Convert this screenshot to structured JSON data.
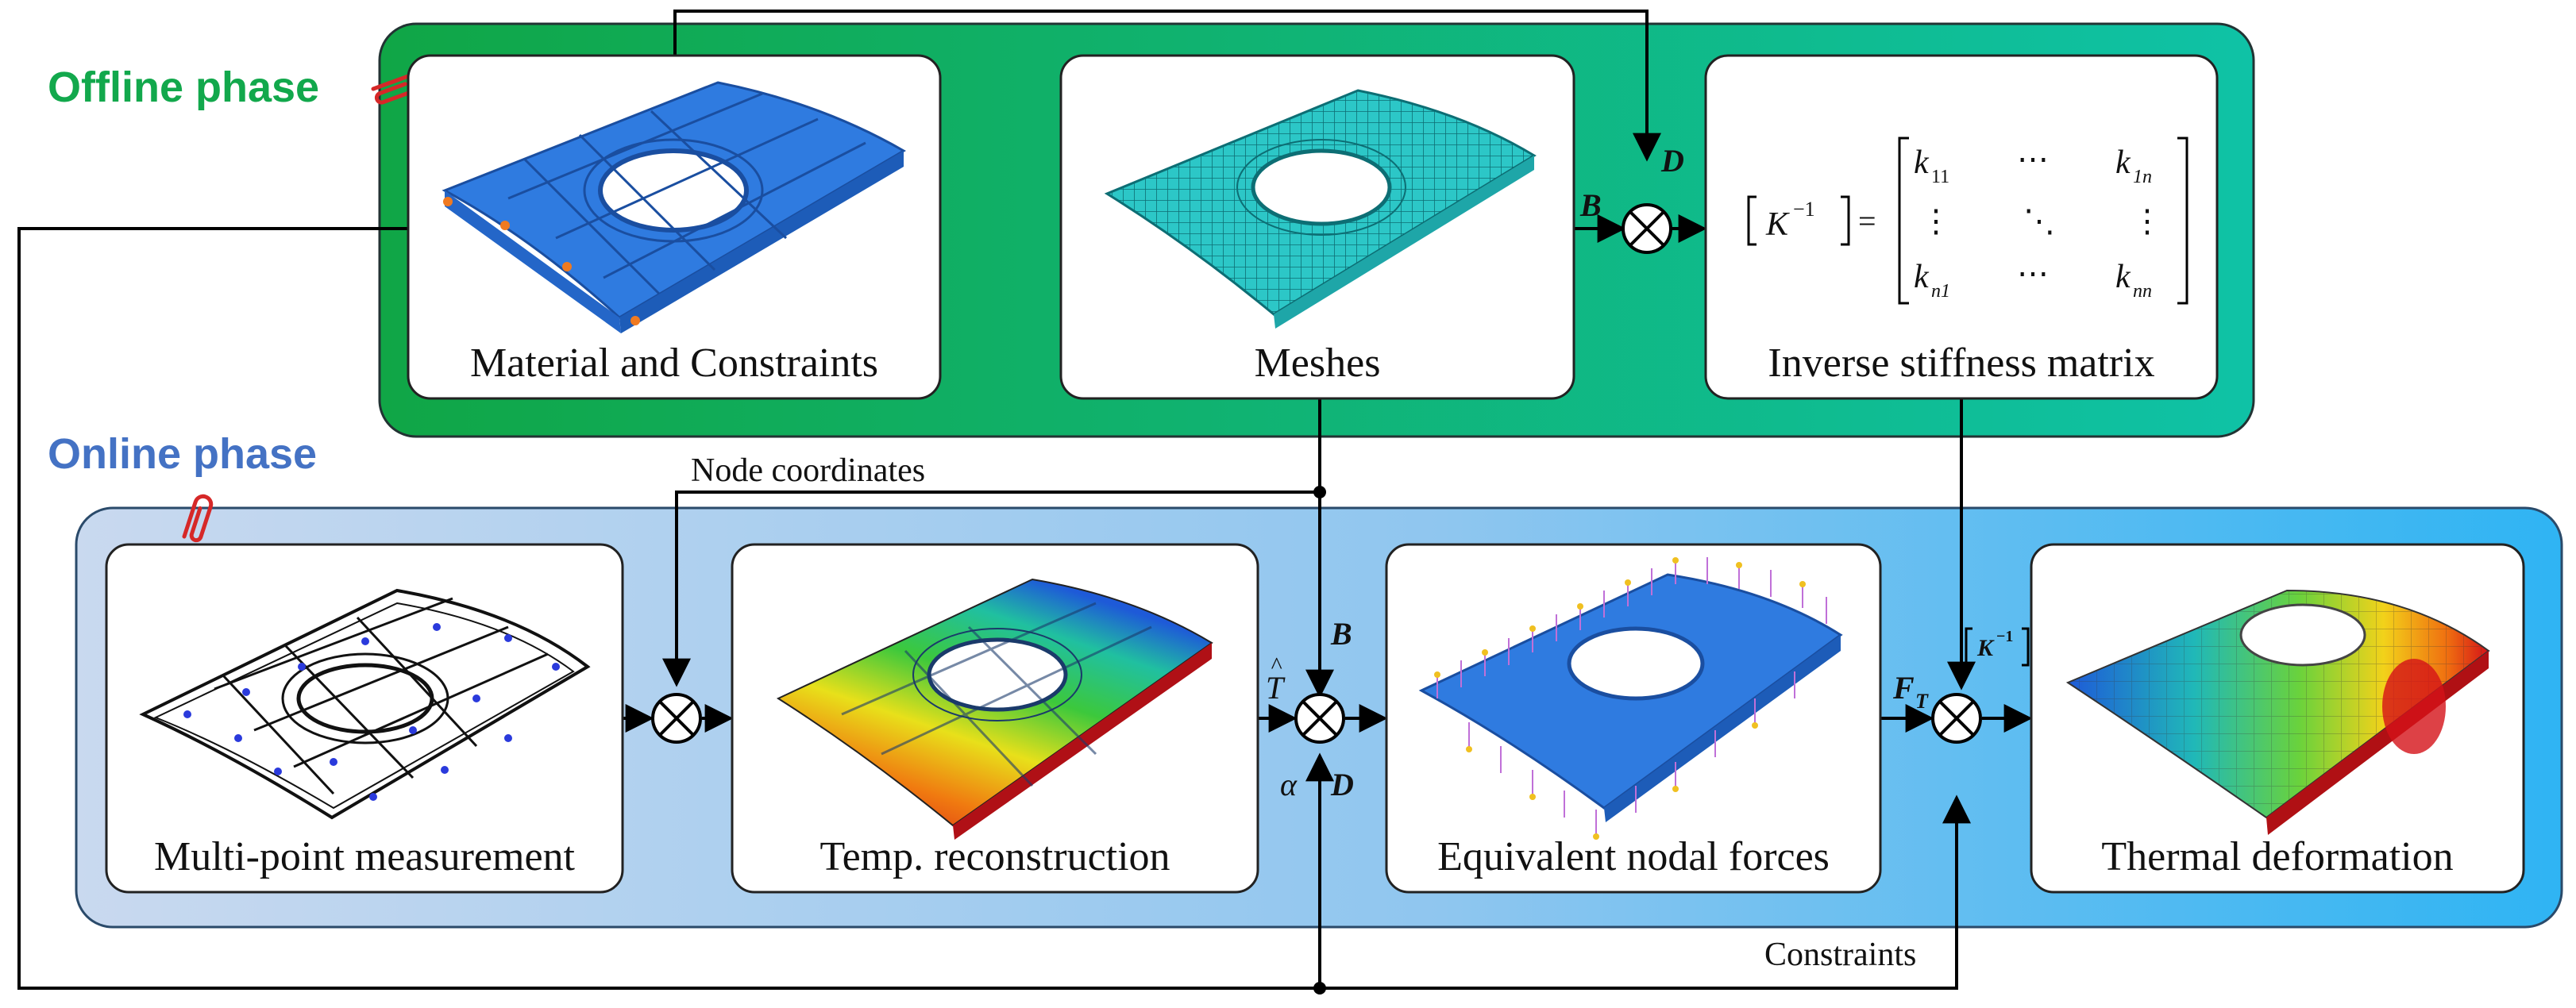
{
  "phases": {
    "offline": {
      "label": "Offline phase",
      "color": "#12a84c"
    },
    "online": {
      "label": "Online phase",
      "color": "#4472c4"
    }
  },
  "boxes": {
    "material": "Material and Constraints",
    "meshes": "Meshes",
    "inverse": "Inverse stiffness matrix",
    "multipoint": "Multi-point measurement",
    "temp": "Temp. reconstruction",
    "nodal": "Equivalent nodal forces",
    "thermal": "Thermal deformation"
  },
  "symbols": {
    "B_top": "B",
    "D_top": "D",
    "B_mid": "B",
    "D_mid": "D",
    "T_hat": "T",
    "hat": "^",
    "alpha": "α",
    "F_T": "F",
    "F_sub": "T",
    "K_inv": "K",
    "K_sup": "−1"
  },
  "notes": {
    "node_coordinates": "Node coordinates",
    "constraints": "Constraints"
  },
  "matrix": {
    "K": "K",
    "sup": "−1",
    "eq": "=",
    "k": "k",
    "sub11": "11",
    "sub1n": "1n",
    "subn1": "n1",
    "subnn": "nn",
    "hdots": "⋯",
    "vdots": "⋮",
    "ddots": "⋱"
  },
  "icons": [
    "paperclip-icon",
    "multiply-circle-icon"
  ],
  "colors": {
    "offline_grad_start": "#12b04a",
    "offline_grad_end": "#10c0a8",
    "online_grad_start": "#c8d8ee",
    "online_grad_end": "#38b6f2",
    "part_blue": "#2f7be0",
    "mesh_cyan": "#2cc4c4",
    "clip_red": "#d62828"
  }
}
